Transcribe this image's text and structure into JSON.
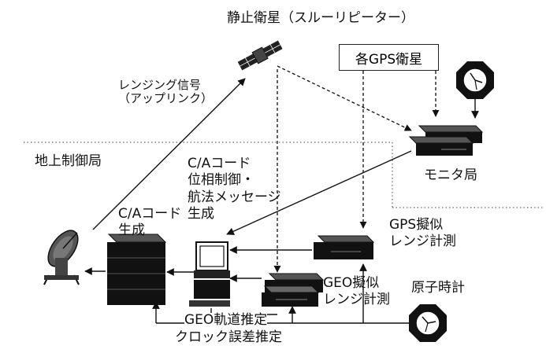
{
  "labels": {
    "satellite": "静止衛星（スルーリピーター）",
    "gps_satellites": "各GPS衛星",
    "ranging_signal": [
      "レンジング信号",
      "（アップリンク）"
    ],
    "ground_station": "地上制御局",
    "monitor_station": "モニタ局",
    "ca_code_control": [
      "C/Aコード",
      "位相制御・",
      "航法メッセージ",
      "生成"
    ],
    "ca_code_gen": [
      "C/Aコード",
      "生成"
    ],
    "gps_pseudorange": [
      "GPS擬似",
      "レンジ計測"
    ],
    "geo_pseudorange": [
      "GEO擬似",
      "レンジ計測"
    ],
    "atomic_clock": "原子時計",
    "geo_orbit": "GEO軌道推定",
    "clock_error": "クロック誤差推定"
  },
  "icons": [
    "satellite-icon",
    "clock-icon",
    "antenna-dish-icon",
    "receiver-icon",
    "computer-icon",
    "generator-rack-icon"
  ]
}
